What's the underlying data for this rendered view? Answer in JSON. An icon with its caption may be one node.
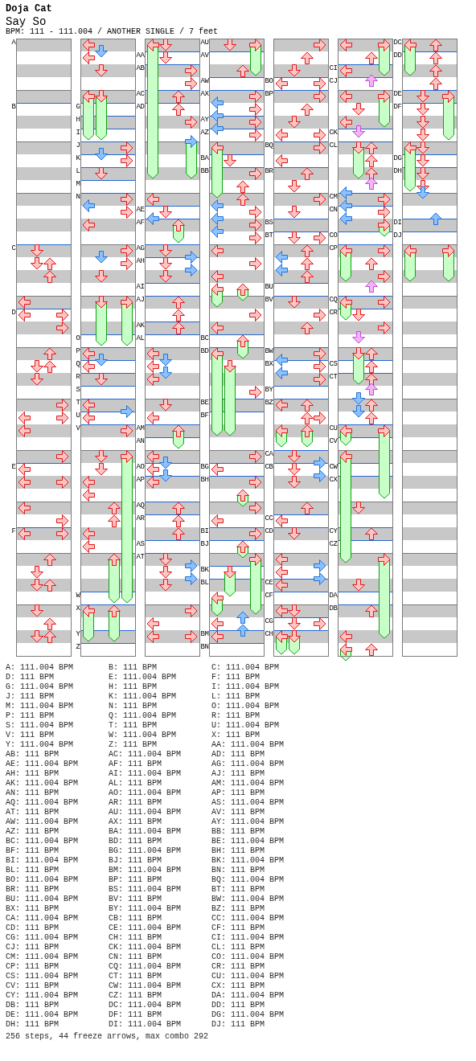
{
  "diagram": {
    "title": "Doja Cat",
    "labels": [
      "Say So",
      "BPM: 111 - 111.004 / ANOTHER SINGLE / 7 feet",
      "A",
      "B",
      "C",
      "D",
      "E",
      "F",
      "G",
      "H",
      "I",
      "J",
      "K",
      "L",
      "M",
      "N",
      "O",
      "P",
      "Q",
      "R",
      "S",
      "T",
      "U",
      "V",
      "W",
      "X",
      "Y",
      "Z",
      "AA",
      "AB",
      "AC",
      "AD",
      "AE",
      "AF",
      "AG",
      "AH",
      "AI",
      "AJ",
      "AK",
      "AL",
      "AM",
      "AN",
      "AO",
      "AP",
      "AQ",
      "AR",
      "AS",
      "AT",
      "AU",
      "AV",
      "AW",
      "AX",
      "AY",
      "AZ",
      "BA",
      "BB",
      "BC",
      "BD",
      "BE",
      "BF",
      "BG",
      "BH",
      "BI",
      "BJ",
      "BK",
      "BL",
      "BM",
      "BN",
      "BO",
      "BP",
      "BQ",
      "BR",
      "BS",
      "BT",
      "BU",
      "BV",
      "BW",
      "BX",
      "BY",
      "BZ",
      "CA",
      "CB",
      "CC",
      "CD",
      "CE",
      "CF",
      "CG",
      "CH",
      "CI",
      "CJ",
      "CK",
      "CL",
      "CM",
      "CN",
      "CO",
      "CP",
      "CQ",
      "CR",
      "CS",
      "CT",
      "CU",
      "CV",
      "CW",
      "CX",
      "CY",
      "CZ",
      "DA",
      "DB",
      "DC",
      "DD",
      "DE",
      "DF",
      "DG",
      "DH",
      "DI",
      "DJ",
      "A: 111.004 BPM",
      "B: 111 BPM",
      "C: 111.004 BPM",
      "D: 111 BPM",
      "E: 111.004 BPM",
      "F: 111 BPM",
      "G: 111.004 BPM",
      "H: 111 BPM",
      "I: 111.004 BPM",
      "J: 111 BPM",
      "K: 111.004 BPM",
      "L: 111 BPM",
      "M: 111.004 BPM",
      "N: 111 BPM",
      "O: 111.004 BPM",
      "P: 111 BPM",
      "Q: 111.004 BPM",
      "R: 111 BPM",
      "S: 111.004 BPM",
      "T: 111 BPM",
      "U: 111.004 BPM",
      "V: 111 BPM",
      "W: 111.004 BPM",
      "X: 111 BPM",
      "Y: 111.004 BPM",
      "Z: 111 BPM",
      "AA: 111.004 BPM",
      "AB: 111 BPM",
      "AC: 111.004 BPM",
      "AD: 111 BPM",
      "AE: 111.004 BPM",
      "AF: 111 BPM",
      "AG: 111.004 BPM",
      "AH: 111 BPM",
      "AI: 111.004 BPM",
      "AJ: 111 BPM",
      "AK: 111.004 BPM",
      "AL: 111 BPM",
      "AM: 111.004 BPM",
      "AN: 111 BPM",
      "AO: 111.004 BPM",
      "AP: 111 BPM",
      "AQ: 111.004 BPM",
      "AR: 111 BPM",
      "AS: 111.004 BPM",
      "AT: 111 BPM",
      "AU: 111.004 BPM",
      "AV: 111 BPM",
      "AW: 111.004 BPM",
      "AX: 111 BPM",
      "AY: 111.004 BPM",
      "AZ: 111 BPM",
      "BA: 111.004 BPM",
      "BB: 111 BPM",
      "BC: 111.004 BPM",
      "BD: 111 BPM",
      "BE: 111.004 BPM",
      "BF: 111 BPM",
      "BG: 111.004 BPM",
      "BH: 111 BPM",
      "BI: 111.004 BPM",
      "BJ: 111 BPM",
      "BK: 111.004 BPM",
      "BL: 111 BPM",
      "BM: 111.004 BPM",
      "BN: 111 BPM",
      "BO: 111.004 BPM",
      "BP: 111 BPM",
      "BQ: 111.004 BPM",
      "BR: 111 BPM",
      "BS: 111.004 BPM",
      "BT: 111 BPM",
      "BU: 111.004 BPM",
      "BV: 111 BPM",
      "BW: 111.004 BPM",
      "BX: 111 BPM",
      "BY: 111.004 BPM",
      "BZ: 111 BPM",
      "CA: 111.004 BPM",
      "CB: 111 BPM",
      "CC: 111.004 BPM",
      "CD: 111 BPM",
      "CE: 111.004 BPM",
      "CF: 111 BPM",
      "CG: 111.004 BPM",
      "CH: 111 BPM",
      "CI: 111.004 BPM",
      "CJ: 111 BPM",
      "CK: 111.004 BPM",
      "CL: 111 BPM",
      "CM: 111.004 BPM",
      "CN: 111 BPM",
      "CO: 111.004 BPM",
      "CP: 111 BPM",
      "CQ: 111.004 BPM",
      "CR: 111 BPM",
      "CS: 111.004 BPM",
      "CT: 111 BPM",
      "CU: 111.004 BPM",
      "CV: 111 BPM",
      "CW: 111.004 BPM",
      "CX: 111 BPM",
      "CY: 111.004 BPM",
      "CZ: 111 BPM",
      "DA: 111.004 BPM",
      "DB: 111 BPM",
      "DC: 111.004 BPM",
      "DD: 111 BPM",
      "DE: 111.004 BPM",
      "DF: 111 BPM",
      "DG: 111.004 BPM",
      "DH: 111 BPM",
      "DI: 111.004 BPM",
      "DJ: 111 BPM"
    ],
    "caption": "256 steps, 44 freeze arrows, max combo 292"
  }
}
